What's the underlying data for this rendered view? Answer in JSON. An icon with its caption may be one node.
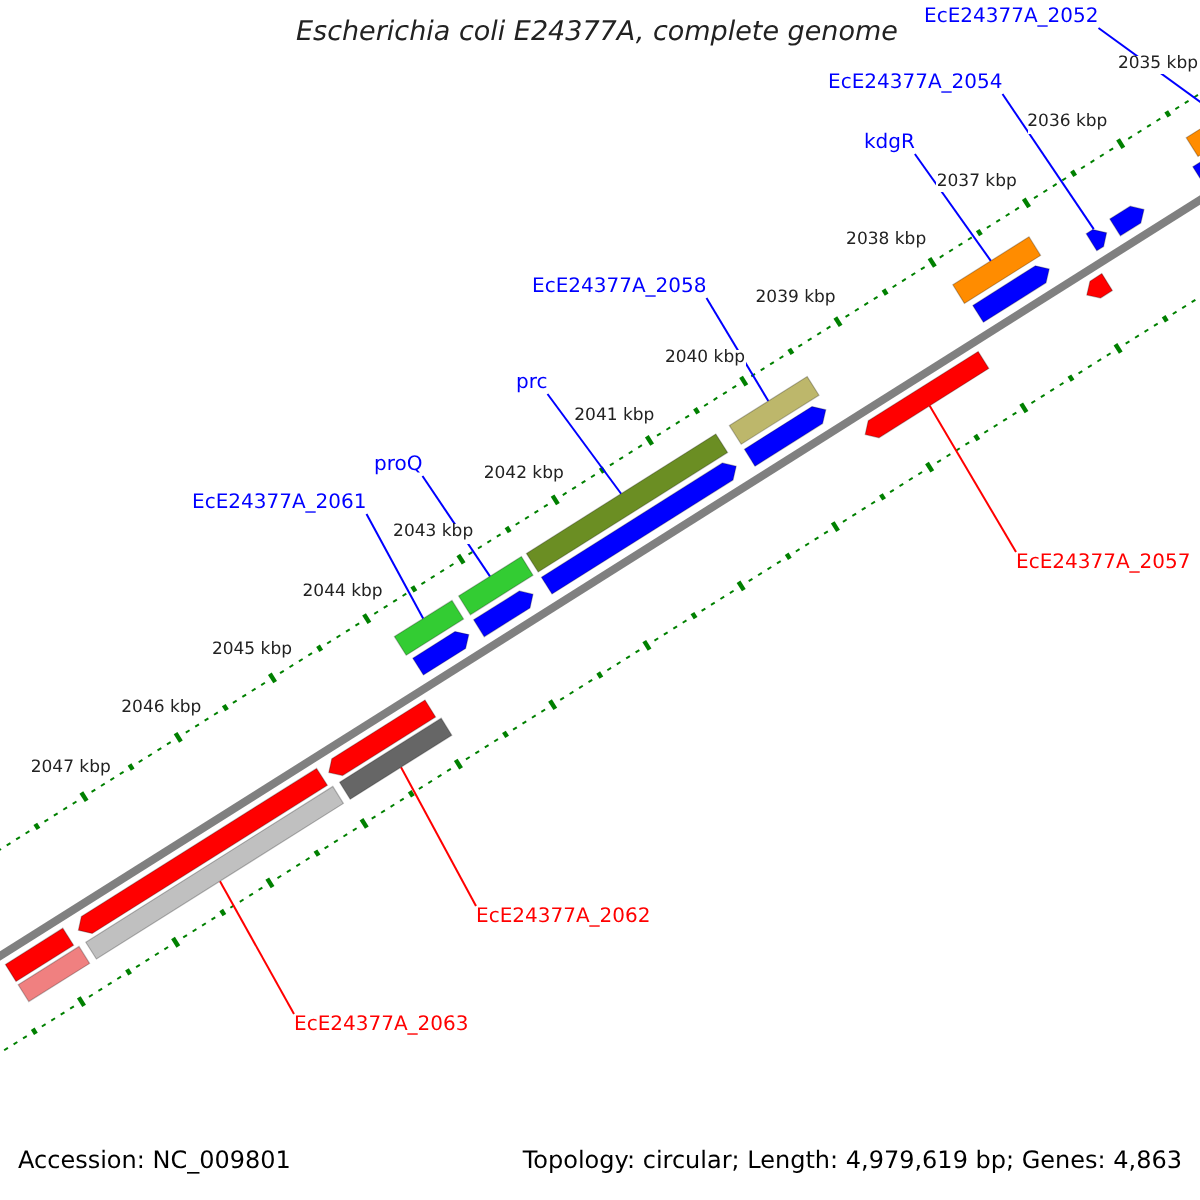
{
  "diagram": {
    "title": "Escherichia coli E24377A, complete genome",
    "nodes": [
      {
        "text": [
          "EcE24377A_2052"
        ]
      },
      {
        "text": [
          "EcE24377A_2054"
        ]
      },
      {
        "text": [
          "kdgR"
        ]
      },
      {
        "text": [
          "EcE24377A_2058"
        ]
      },
      {
        "text": [
          "prc"
        ]
      },
      {
        "text": [
          "proQ"
        ]
      },
      {
        "text": [
          "EcE24377A_2061"
        ]
      },
      {
        "text": [
          "EcE24377A_2057"
        ]
      },
      {
        "text": [
          "EcE24377A_2062"
        ]
      },
      {
        "text": [
          "EcE24377A_2063"
        ]
      },
      {
        "text": [],
        "shape": "bar"
      },
      {
        "text": [],
        "shape": "bar"
      },
      {
        "text": [],
        "shape": "bar"
      },
      {
        "text": [],
        "shape": "bar"
      },
      {
        "text": [],
        "shape": "bar"
      },
      {
        "text": [],
        "shape": "bar"
      },
      {
        "text": [],
        "shape": "bar"
      },
      {
        "text": [],
        "shape": "bar"
      },
      {
        "text": [],
        "shape": "bar"
      },
      {
        "text": [],
        "shape": "bar"
      },
      {
        "text": [],
        "shape": "bar"
      },
      {
        "text": [],
        "shape": "bar"
      },
      {
        "text": [],
        "shape": "bar"
      },
      {
        "text": [],
        "shape": "bar"
      },
      {
        "text": [],
        "shape": "bar"
      },
      {
        "text": [],
        "shape": "bar"
      },
      {
        "text": [],
        "shape": "bar"
      },
      {
        "text": [],
        "shape": "bar"
      },
      {
        "text": [],
        "shape": "bar"
      },
      {
        "text": [],
        "shape": "bar"
      },
      {
        "text": [],
        "shape": "bar"
      },
      {
        "text": [],
        "shape": "bar"
      }
    ],
    "edges": [
      {
        "from": 0,
        "to": 30,
        "arrow": "none"
      },
      {
        "from": 1,
        "to": 28,
        "arrow": "none"
      },
      {
        "from": 2,
        "to": 25,
        "arrow": "none"
      },
      {
        "from": 3,
        "to": 22,
        "arrow": "none"
      },
      {
        "from": 4,
        "to": 20,
        "arrow": "none"
      },
      {
        "from": 5,
        "to": 18,
        "arrow": "none"
      },
      {
        "from": 6,
        "to": 16,
        "arrow": "none"
      },
      {
        "from": 7,
        "to": 24,
        "arrow": "none",
        "color": "#ff0000"
      },
      {
        "from": 8,
        "to": 15,
        "arrow": "none",
        "color": "#ff0000"
      },
      {
        "from": 9,
        "to": 13,
        "arrow": "none",
        "color": "#ff0000"
      }
    ],
    "labels": [
      "2035 kbp",
      "2036 kbp",
      "2037 kbp",
      "2038 kbp",
      "2039 kbp",
      "2040 kbp",
      "2041 kbp",
      "2042 kbp",
      "2043 kbp",
      "2044 kbp",
      "2045 kbp",
      "2046 kbp",
      "2047 kbp",
      "Accession: NC_009801",
      "Topology: circular; Length: 4,979,619 bp; Genes: 4,863"
    ]
  }
}
